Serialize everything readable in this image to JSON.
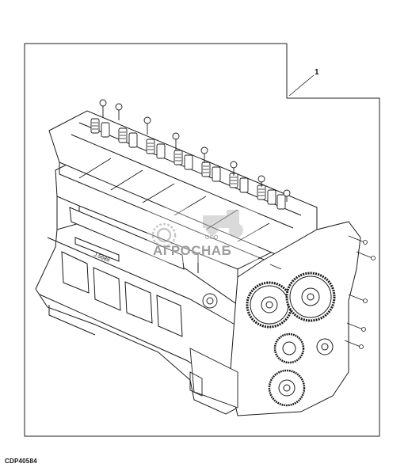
{
  "callout_number": "1",
  "figure_code": "CDP40584",
  "watermark": {
    "small_text": "ООО",
    "brand_text": "АГРОСНАБ",
    "color": "#9c9c9c"
  },
  "engine_plate_text": "J.5688",
  "line_color": "#1a1a1a"
}
